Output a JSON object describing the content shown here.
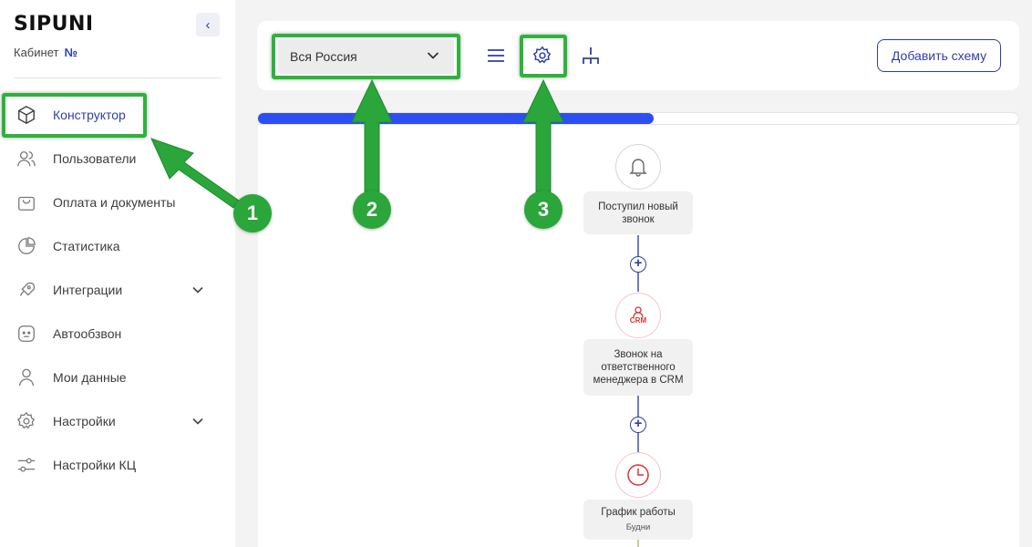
{
  "sidebar": {
    "logo": "SIPUNI",
    "collapse_glyph": "‹",
    "cabinet_label": "Кабинет",
    "cabinet_number": "№",
    "items": [
      {
        "label": "Конструктор",
        "icon": "cube-icon",
        "active": true
      },
      {
        "label": "Пользователи",
        "icon": "users-icon"
      },
      {
        "label": "Оплата и документы",
        "icon": "shopping-bag-icon"
      },
      {
        "label": "Статистика",
        "icon": "pie-chart-icon"
      },
      {
        "label": "Интеграции",
        "icon": "rocket-icon",
        "expandable": true
      },
      {
        "label": "Автообзвон",
        "icon": "robot-face-icon"
      },
      {
        "label": "Мои данные",
        "icon": "user-icon"
      },
      {
        "label": "Настройки",
        "icon": "gear-icon",
        "expandable": true
      },
      {
        "label": "Настройки КЦ",
        "icon": "sliders-icon"
      }
    ]
  },
  "toolbar": {
    "region_select_value": "Вся Россия",
    "add_scheme_label": "Добавить схему"
  },
  "progress": {
    "fraction": 0.52
  },
  "flow": {
    "nodes": [
      {
        "title": "Поступил новый звонок",
        "icon": "bell-icon"
      },
      {
        "title": "Звонок на ответственного менеджера в CRM",
        "icon": "crm-user-icon",
        "badge": "CRM"
      },
      {
        "title": "График работы",
        "subtitle": "Будни",
        "icon": "clock-icon"
      }
    ],
    "plus_glyph": "+"
  },
  "annotations": {
    "badges": [
      "1",
      "2",
      "3"
    ],
    "highlight_color": "#2db33c"
  },
  "colors": {
    "accent": "#2f3fa6",
    "progress": "#2d4ef0",
    "highlight": "#2db33c",
    "crm_red": "#d33333"
  }
}
